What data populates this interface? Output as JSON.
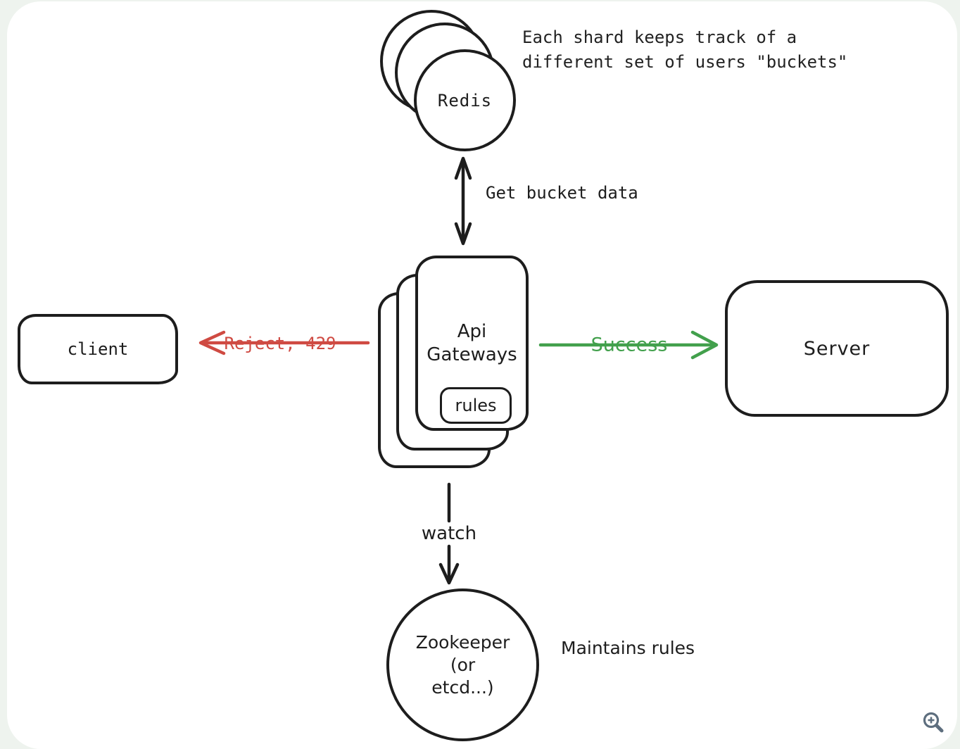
{
  "canvas": {
    "background": "#eef3ee",
    "card_background": "#ffffff",
    "ink": "#1d1d1d"
  },
  "colors": {
    "reject": "#cf4a42",
    "success": "#42a04c",
    "zoom_icon": "#5d6e7e"
  },
  "nodes": {
    "redis": {
      "label": "Redis"
    },
    "api_gateways": {
      "label_line1": "Api",
      "label_line2": "Gateways",
      "rules_label": "rules"
    },
    "client": {
      "label": "client"
    },
    "server": {
      "label": "Server"
    },
    "zookeeper": {
      "label_line1": "Zookeeper",
      "label_line2": "(or",
      "label_line3": "etcd...)"
    }
  },
  "edges": {
    "get_bucket_data": {
      "label": "Get bucket data"
    },
    "reject": {
      "label": "Reject, 429"
    },
    "success": {
      "label": "Success"
    },
    "watch": {
      "label": "watch"
    }
  },
  "annotations": {
    "shard_note_line1": "Each shard keeps track of a",
    "shard_note_line2": "different set of users \"buckets\"",
    "maintains_rules": "Maintains rules"
  },
  "controls": {
    "zoom_icon": "zoom-in-magnifier"
  }
}
